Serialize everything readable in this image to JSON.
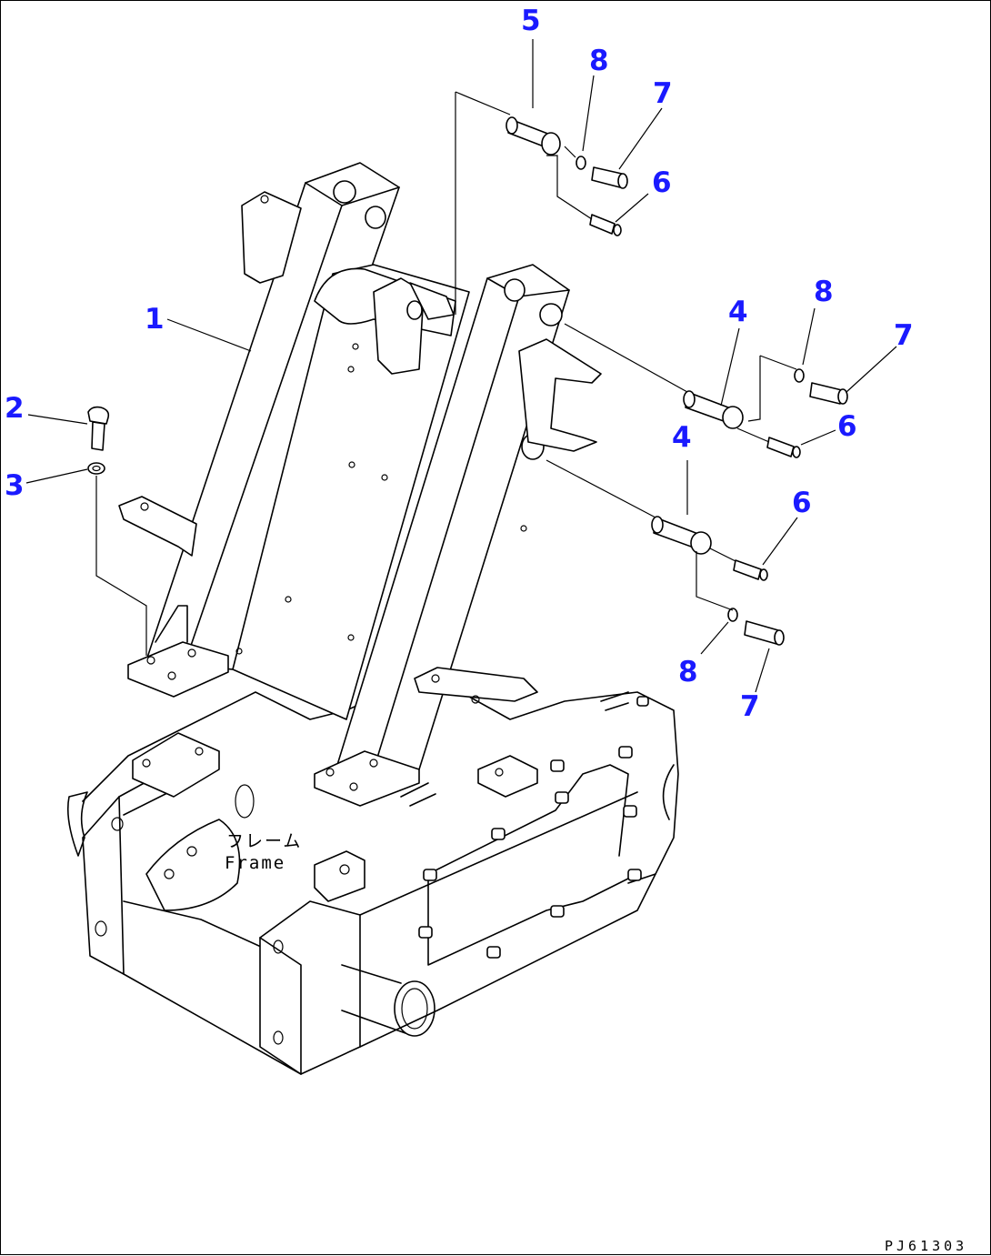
{
  "diagram": {
    "frame_label_jp": "フレーム",
    "frame_label_en": "Frame",
    "drawing_code": "PJ61303",
    "callouts": [
      "5",
      "8",
      "7",
      "6",
      "1",
      "8",
      "4",
      "7",
      "2",
      "6",
      "3",
      "4",
      "6",
      "8",
      "7"
    ],
    "callout_color": "#1a1aff"
  }
}
